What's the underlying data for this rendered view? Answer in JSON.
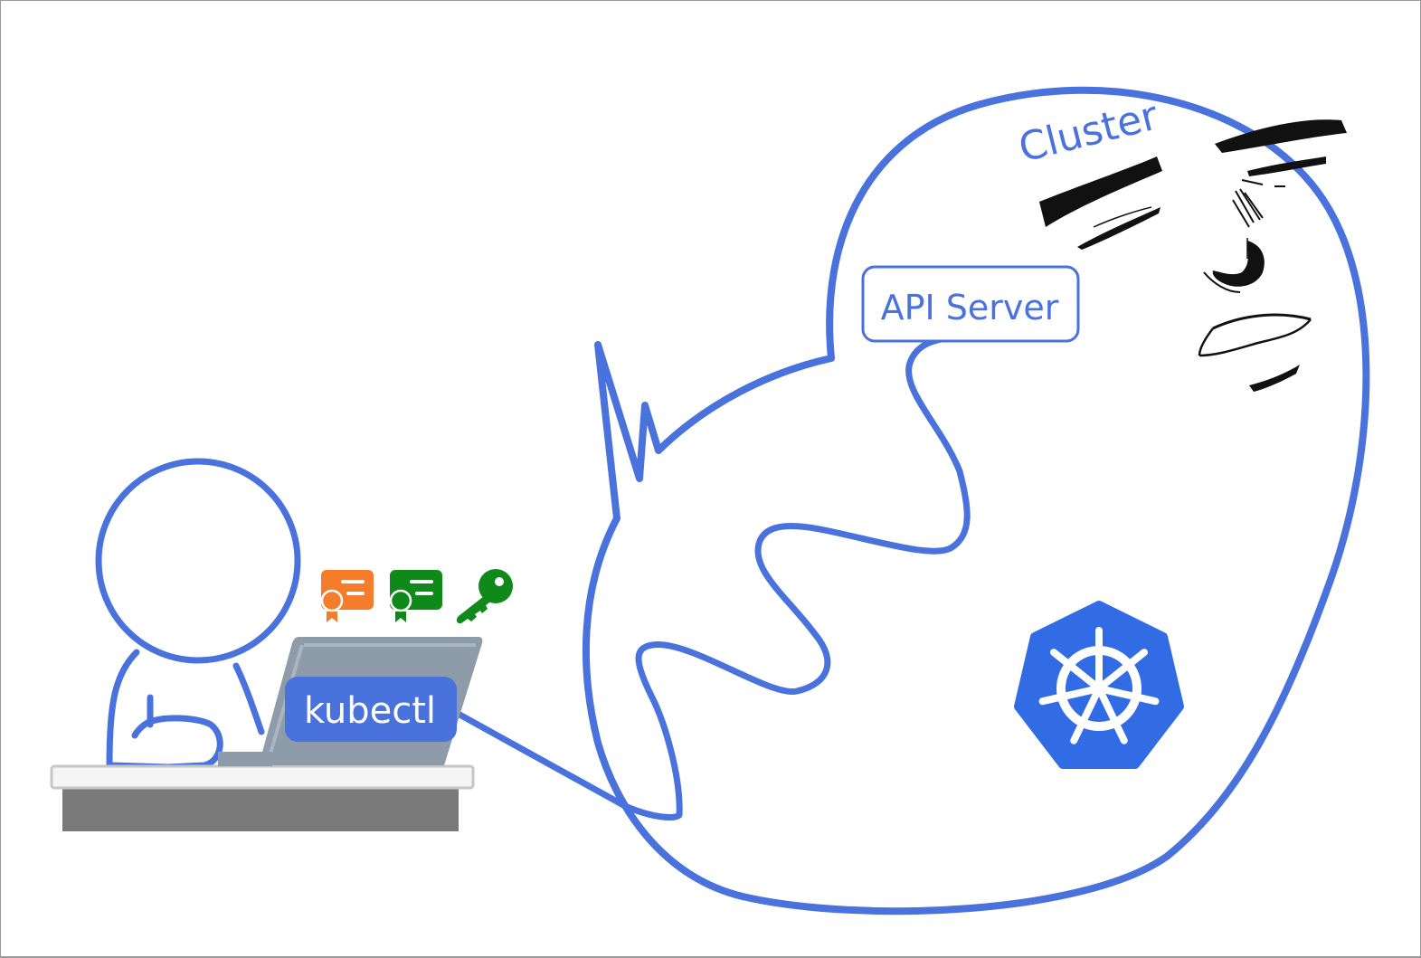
{
  "diagram": {
    "title": "kubectl to Kubernetes cluster",
    "colors": {
      "outline_blue": "#4a72dc",
      "k8s_blue": "#326ce5",
      "cert_orange": "#f57c2a",
      "cert_green": "#0f8a1a",
      "key_green": "#0f8a1a",
      "laptop_gray": "#8e9ba8",
      "desk_top": "#f3f3f3",
      "desk_body": "#7a7a7a",
      "face_ink": "#111111"
    },
    "cluster": {
      "label": "Cluster"
    },
    "api_server": {
      "label": "API Server"
    },
    "client": {
      "tool_label": "kubectl",
      "credentials": [
        {
          "icon": "certificate-icon",
          "color_key": "cert_orange"
        },
        {
          "icon": "certificate-icon",
          "color_key": "cert_green"
        },
        {
          "icon": "key-icon",
          "color_key": "key_green"
        }
      ]
    },
    "logo": {
      "icon": "kubernetes-logo-icon"
    },
    "face": {
      "icon": "annoyed-face-icon"
    }
  }
}
